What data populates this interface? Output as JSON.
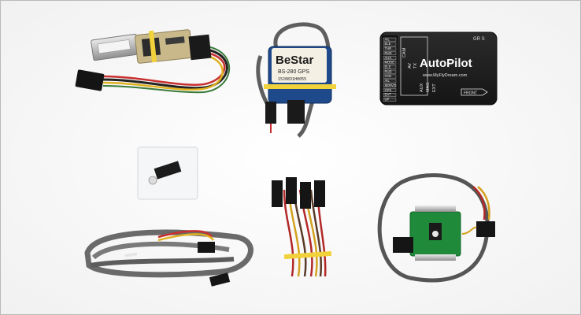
{
  "photo": {
    "gps_module": {
      "brand": "BeStar",
      "model": "BS-280 GPS",
      "serial": "1520831H0055"
    },
    "autopilot": {
      "title": "AutoPilot",
      "website": "www.MyFlyDream.com",
      "corner_label": "GR S",
      "front_label": "FRONT",
      "left_pins": [
        "AIL",
        "ELE",
        "THR",
        "RUD",
        "AUX",
        "MODE",
        "ELE",
        "RUD",
        "CH6",
        "AIL",
        "SERVO",
        "GPS",
        "DAT",
        "UP"
      ],
      "mid_labels": [
        "CAM",
        "AV",
        "TX"
      ],
      "right_labels": [
        "AUX",
        "MAG",
        "EXT"
      ]
    },
    "cable_text": "MMKMM"
  }
}
